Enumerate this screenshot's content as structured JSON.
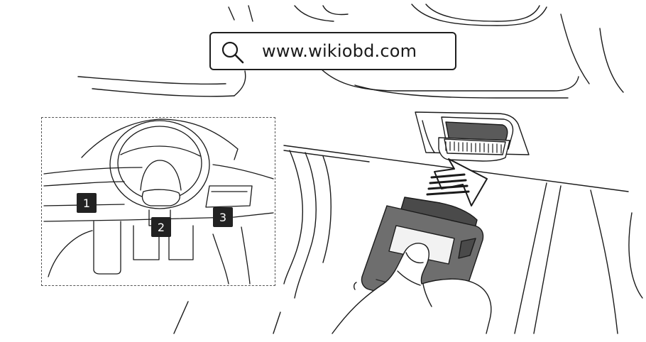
{
  "search": {
    "icon": "search-icon",
    "text": "www.wikiobd.com"
  },
  "locations": {
    "badge_1": "1",
    "badge_2": "2",
    "badge_3": "3"
  },
  "colors": {
    "line": "#1a1a1a",
    "scanner_body": "#6e6e6e",
    "scanner_dark": "#4a4a4a",
    "scanner_screen": "#f2f2f2",
    "port_fill": "#5a5a5a",
    "badge": "#222222"
  }
}
